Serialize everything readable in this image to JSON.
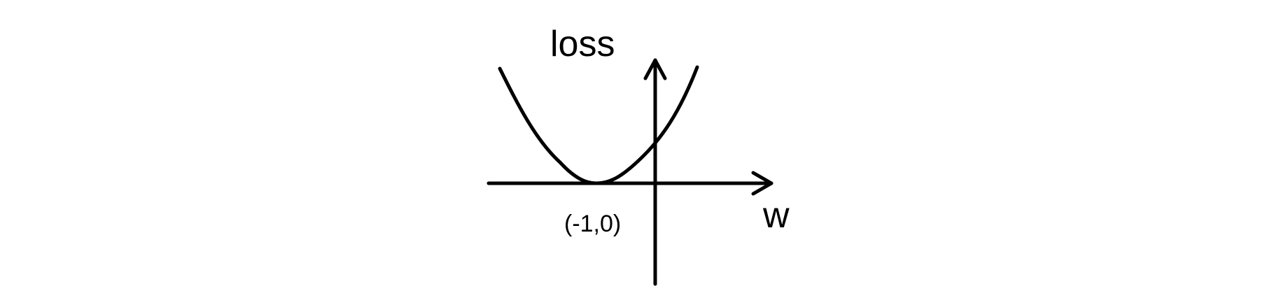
{
  "diagram": {
    "labels": {
      "y_axis": "loss",
      "x_axis": "w",
      "minimum_point": "(-1,0)"
    },
    "curve": {
      "shape": "parabola",
      "vertex": [
        -1,
        0
      ]
    },
    "colors": {
      "stroke": "#000000",
      "background": "#ffffff"
    }
  }
}
